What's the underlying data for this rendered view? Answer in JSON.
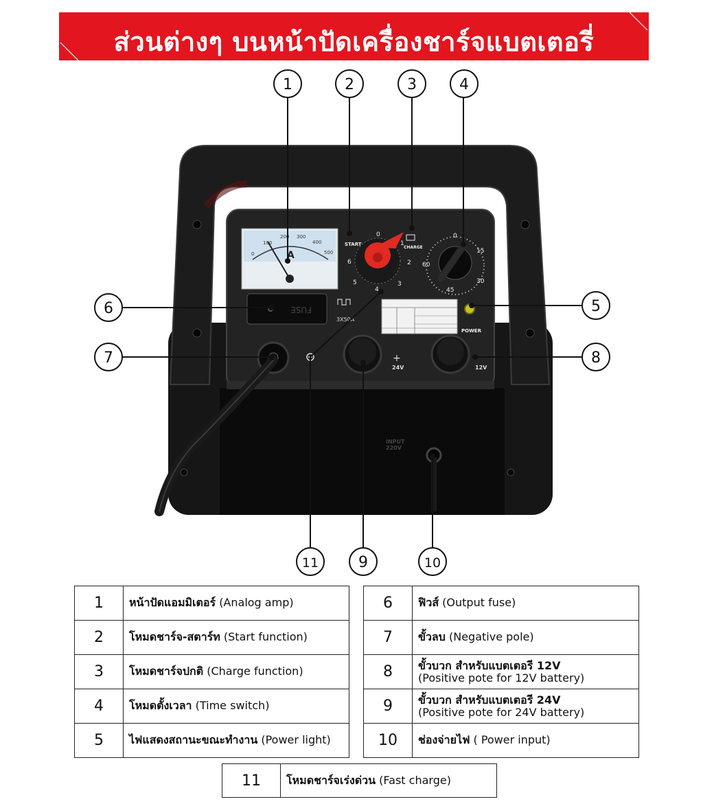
{
  "title": "ส่วนต่างๆ บนหน้าปัดเครื่องชาร์จแบตเตอรี่",
  "colors": {
    "banner": "#e3151f",
    "knob_red": "#e12a22",
    "case_black": "#111111"
  },
  "callouts": [
    "1",
    "2",
    "3",
    "4",
    "5",
    "6",
    "7",
    "8",
    "9",
    "10",
    "11"
  ],
  "panel_labels": {
    "start": "START",
    "charge": "CHARGE",
    "power": "POWER",
    "fuse": "FUSE",
    "fuse_rating": "3X50A",
    "v24": "24V",
    "v12": "12V",
    "input": "INPUT",
    "input_v": "220V",
    "meter_unit": "A",
    "meter_scale": [
      "0",
      "100",
      "200",
      "300",
      "400",
      "500"
    ],
    "selector_marks": [
      "0",
      "1",
      "2",
      "3",
      "4",
      "5",
      "6"
    ],
    "timer_marks": [
      "0",
      "15",
      "30",
      "45",
      "60"
    ]
  },
  "legend_left": [
    {
      "num": "1",
      "thai": "หน้าปัดแอมมิเตอร์",
      "en": "(Analog amp)"
    },
    {
      "num": "2",
      "thai": "โหมดชาร์จ-สตาร์ท",
      "en": "(Start function)"
    },
    {
      "num": "3",
      "thai": "โหมดชาร์จปกติ",
      "en": "(Charge function)"
    },
    {
      "num": "4",
      "thai": "โหมดตั้งเวลา",
      "en": "(Time switch)"
    },
    {
      "num": "5",
      "thai": "ไฟแสดงสถานะขณะทำงาน",
      "en": "(Power light)"
    }
  ],
  "legend_right": [
    {
      "num": "6",
      "thai": "ฟิวส์",
      "en": "(Output fuse)"
    },
    {
      "num": "7",
      "thai": "ขั้วลบ",
      "en": "(Negative pole)"
    },
    {
      "num": "8",
      "thai": "ขั้วบวก สำหรับแบตเตอรี 12V",
      "en": "(Positive pote for 12V battery)"
    },
    {
      "num": "9",
      "thai": "ขั้วบวก สำหรับแบตเตอรี 24V",
      "en": "(Positive pote for 24V battery)"
    },
    {
      "num": "10",
      "thai": "ช่องจ่ายไฟ",
      "en": "( Power input)"
    }
  ],
  "legend_bottom": {
    "num": "11",
    "thai": "โหมดชาร์จเร่งด่วน",
    "en": "(Fast charge)"
  }
}
